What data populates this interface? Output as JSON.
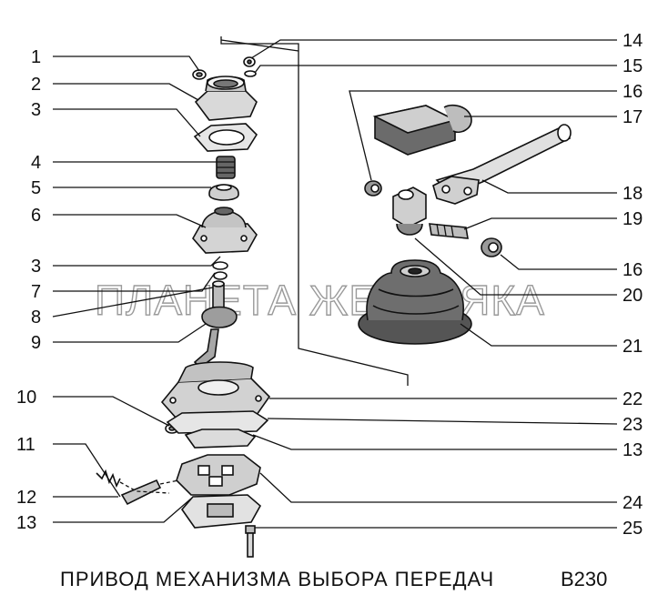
{
  "caption": "ПРИВОД МЕХАНИЗМА ВЫБОРА ПЕРЕДАЧ",
  "code": "B230",
  "watermark": "ПЛАНЕТА ЖЕЛЕЗЯКА",
  "callouts": [
    "1",
    "2",
    "3",
    "4",
    "5",
    "6",
    "3",
    "7",
    "8",
    "9",
    "10",
    "11",
    "12",
    "13",
    "14",
    "15",
    "16",
    "17",
    "18",
    "19",
    "16",
    "20",
    "21",
    "22",
    "23",
    "13",
    "24",
    "25"
  ]
}
